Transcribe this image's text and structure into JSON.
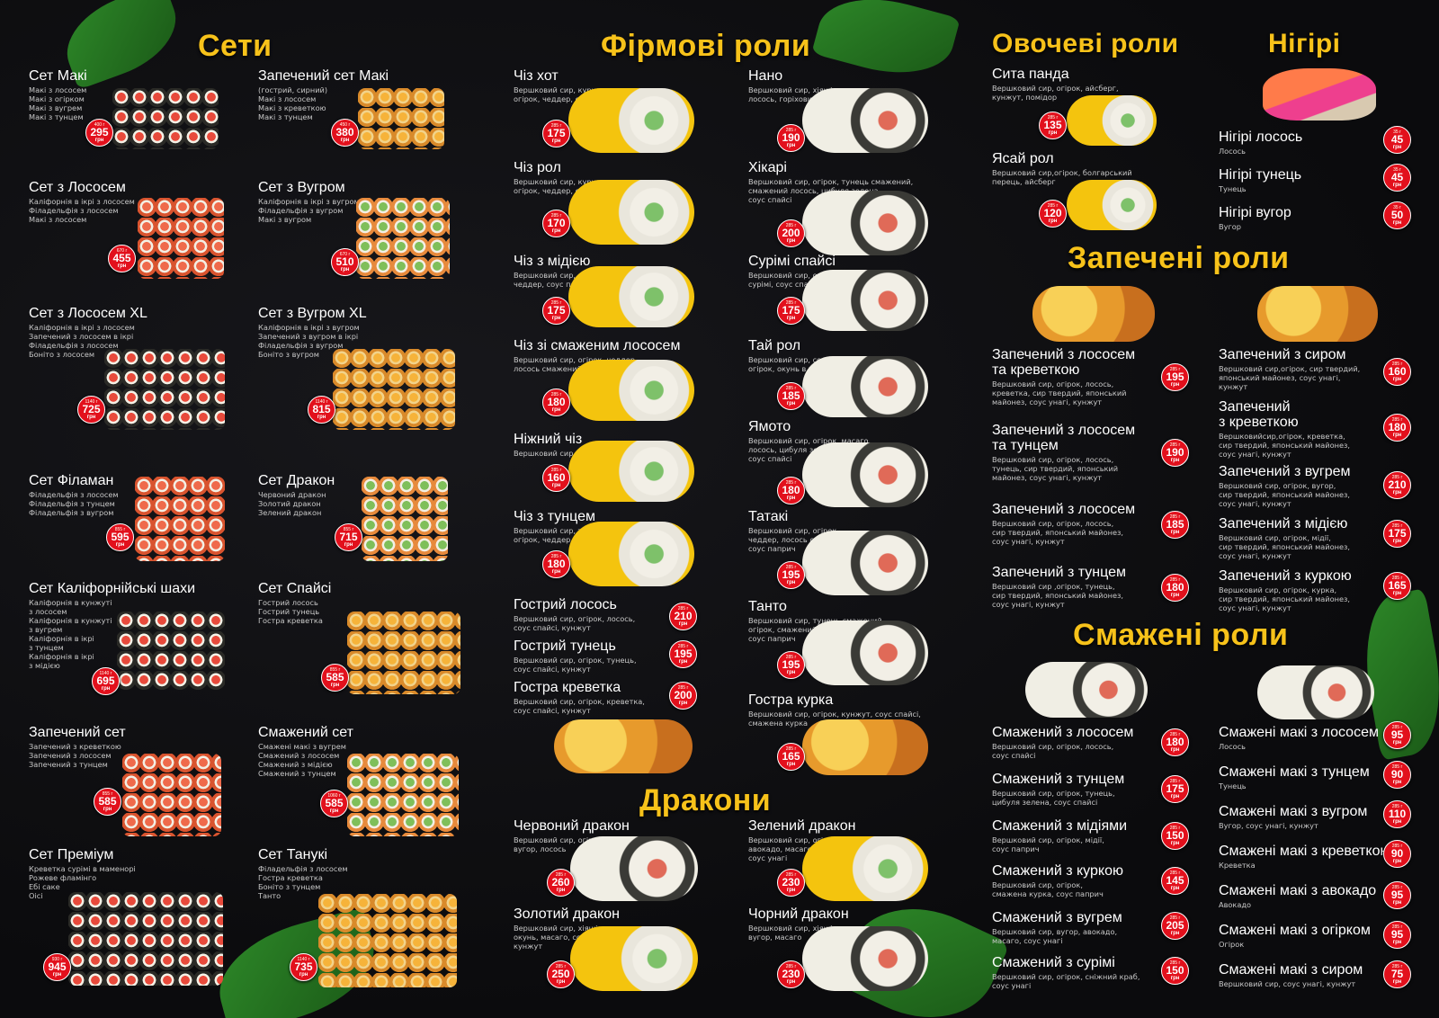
{
  "sections": {
    "sets": "Сети",
    "signature": "Фірмові роли",
    "veg": "Овочеві роли",
    "nigiri": "Нігірі",
    "baked": "Запечені роли",
    "dragons": "Дракони",
    "fried": "Смажені роли"
  },
  "sets": [
    {
      "name": "Сет Макі",
      "desc": [
        "Макі з лососем",
        "Макі з огірком",
        "Макі з вугрем",
        "Макі з тунцем"
      ],
      "weight": "400 г",
      "price": "295",
      "cur": "грн"
    },
    {
      "name": "Запечений сет Макі",
      "desc": [
        "(гострий, сирний)",
        "Макі з лососем",
        "Макі з креветкою",
        "Макі з тунцем"
      ],
      "weight": "450 г",
      "price": "380",
      "cur": "грн"
    },
    {
      "name": "Сет з Лососем",
      "desc": [
        "Каліфорнія в ікрі з лососем",
        "Філадельфія з лососем",
        "Макі з лососем"
      ],
      "weight": "670 г",
      "price": "455",
      "cur": "грн"
    },
    {
      "name": "Сет з Вугром",
      "desc": [
        "Каліфорнія в ікрі з вугром",
        "Філадельфія з вугром",
        "Макі з вугром"
      ],
      "weight": "670 г",
      "price": "510",
      "cur": "грн"
    },
    {
      "name": "Сет з Лососем XL",
      "desc": [
        "Каліфорнія в ікрі з лососем",
        "Запечений з лососем в ікрі",
        "Філадельфія з лососем",
        "Боніто з лососем"
      ],
      "weight": "1140 г",
      "price": "725",
      "cur": "грн"
    },
    {
      "name": "Сет з Вугром XL",
      "desc": [
        "Каліфорнія в ікрі з вугром",
        "Запечений з вугром в ікрі",
        "Філадельфія з вугром",
        "Боніто з вугром"
      ],
      "weight": "1140 г",
      "price": "815",
      "cur": "грн"
    },
    {
      "name": "Сет Філаман",
      "desc": [
        "Філадельфія з лососем",
        "Філадельфія з тунцем",
        "Філадельфія з вугром"
      ],
      "weight": "855 г",
      "price": "595",
      "cur": "грн"
    },
    {
      "name": "Сет Дракон",
      "desc": [
        "Червоний дракон",
        "Золотий дракон",
        "Зелений дракон"
      ],
      "weight": "855 г",
      "price": "715",
      "cur": "грн"
    },
    {
      "name": "Сет Каліфорнійські шахи",
      "desc": [
        "Каліфорнія в кунжуті",
        "з лососем",
        "Каліфорнія в кунжуті",
        "з вугрем",
        "Каліфорнія в ікрі",
        "з тунцем",
        "Каліфорнія в ікрі",
        "з мідією"
      ],
      "weight": "1140 г",
      "price": "695",
      "cur": "грн"
    },
    {
      "name": "Сет Спайсі",
      "desc": [
        "Гострий лосось",
        "Гострий тунець",
        "Гостра креветка"
      ],
      "weight": "855 г",
      "price": "585",
      "cur": "грн"
    },
    {
      "name": "Запечений сет",
      "desc": [
        "Запечений з креветкою",
        "Запечений з лососем",
        "Запечений з тунцем"
      ],
      "weight": "855 г",
      "price": "585",
      "cur": "грн"
    },
    {
      "name": "Смажений сет",
      "desc": [
        "Смажені макі з вугрем",
        "Смажений з лососем",
        "Смажений з мідією",
        "Смажений з тунцем"
      ],
      "weight": "1060 г",
      "price": "585",
      "cur": "грн"
    },
    {
      "name": "Сет Преміум",
      "desc": [
        "Креветка сурімі в маменорі",
        "Рожеве фламінго",
        "Ебі саке",
        "Оісі"
      ],
      "weight": "930 г",
      "price": "945",
      "cur": "грн"
    },
    {
      "name": "Сет Танукі",
      "desc": [
        "Філадельфія з лососем",
        "Гостра креветка",
        "Боніто з тунцем",
        "Танто"
      ],
      "weight": "1140 г",
      "price": "735",
      "cur": "грн"
    }
  ],
  "signature": [
    {
      "name": "Чіз хот",
      "desc": [
        "Вершковий сир, курка смажена,",
        "огірок, чеддер, соус спайсі"
      ],
      "weight": "285 г",
      "price": "175",
      "cur": "грн"
    },
    {
      "name": "Нано",
      "desc": [
        "Вершковий сир, хіяші, кунжут,",
        "лосось, горіховий соус"
      ],
      "weight": "285 г",
      "price": "190",
      "cur": "грн"
    },
    {
      "name": "Чіз рол",
      "desc": [
        "Вершковий сир, курка смажена,",
        "огірок, чеддер, соус паприч"
      ],
      "weight": "285 г",
      "price": "170",
      "cur": "грн"
    },
    {
      "name": "Хікарі",
      "desc": [
        "Вершковий сир, огірок, тунець смажений,",
        "смажений лосось, цибуля зелена,",
        "соус спайсі"
      ],
      "weight": "285 г",
      "price": "200",
      "cur": "грн"
    },
    {
      "name": "Чіз з мідією",
      "desc": [
        "Вершковий сир, мідія, огірок,",
        "чеддер, соус паприч"
      ],
      "weight": "285 г",
      "price": "175",
      "cur": "грн"
    },
    {
      "name": "Сурімі спайсі",
      "desc": [
        "Вершковий сир, огірок,",
        "сурімі, соус спайсі"
      ],
      "weight": "285 г",
      "price": "175",
      "cur": "грн"
    },
    {
      "name": "Чіз зі смаженим лососем",
      "desc": [
        "Вершковий сир, огірок, чеддер,",
        "лосось смажений"
      ],
      "weight": "285 г",
      "price": "180",
      "cur": "грн"
    },
    {
      "name": "Тай рол",
      "desc": [
        "Вершковий сир, соус спайсі,",
        "огірок, окунь в темпурі"
      ],
      "weight": "285 г",
      "price": "185",
      "cur": "грн"
    },
    {
      "name": "Ніжний чіз",
      "desc": [
        "Вершковий сир, чеддер"
      ],
      "weight": "285 г",
      "price": "160",
      "cur": "грн"
    },
    {
      "name": "Ямото",
      "desc": [
        "Вершковий сир, огірок, масаго,",
        "лосось, цибуля зелена,",
        "соус спайсі"
      ],
      "weight": "285 г",
      "price": "180",
      "cur": "грн"
    },
    {
      "name": "Чіз з тунцем",
      "desc": [
        "Вершковий сир, тунець,",
        "огірок, чеддер"
      ],
      "weight": "285 г",
      "price": "180",
      "cur": "грн"
    },
    {
      "name": "Татакі",
      "desc": [
        "Вершковий сир, огірок,",
        "чеддер, лосось смажений,",
        "соус паприч"
      ],
      "weight": "285 г",
      "price": "195",
      "cur": "грн"
    },
    {
      "name": "Гострий лосось",
      "desc": [
        "Вершковий сир, огірок, лосось,",
        "соус спайсі, кунжут"
      ],
      "weight": "285 г",
      "price": "210",
      "cur": "грн"
    },
    {
      "name": "Танто",
      "desc": [
        "Вершковий сир, тунець смажений,",
        "огірок, смажений лосось,",
        "соус паприч"
      ],
      "weight": "285 г",
      "price": "195",
      "cur": "грн"
    },
    {
      "name": "Гострий тунець",
      "desc": [
        "Вершковий сир, огірок, тунець,",
        "соус спайсі, кунжут"
      ],
      "weight": "285 г",
      "price": "195",
      "cur": "грн"
    },
    {
      "name": "Гостра креветка",
      "desc": [
        "Вершковий сир, огірок, креветка,",
        "соус спайсі, кунжут"
      ],
      "weight": "285 г",
      "price": "200",
      "cur": "грн"
    },
    {
      "name": "Гостра курка",
      "desc": [
        "Вершковий сир, огірок, кунжут, соус спайсі,",
        "смажена курка"
      ],
      "weight": "285 г",
      "price": "165",
      "cur": "грн"
    }
  ],
  "dragons": [
    {
      "name": "Червоний дракон",
      "desc": [
        "Вершковий сир, огірок,",
        "вугор, лосось"
      ],
      "weight": "285 г",
      "price": "260",
      "cur": "грн"
    },
    {
      "name": "Зелений дракон",
      "desc": [
        "Вершковий сир, огірок, вугор,",
        "авокадо, масаго, кунжут,",
        "соус унагі"
      ],
      "weight": "285 г",
      "price": "230",
      "cur": "грн"
    },
    {
      "name": "Золотий дракон",
      "desc": [
        "Вершковий сир, хіяші, вугор,",
        "окунь, масаго, соус унагі,",
        "кунжут"
      ],
      "weight": "285 г",
      "price": "250",
      "cur": "грн"
    },
    {
      "name": "Чорний дракон",
      "desc": [
        "Вершковий сир, хіяші,",
        "вугор, масаго"
      ],
      "weight": "285 г",
      "price": "230",
      "cur": "грн"
    }
  ],
  "veg": [
    {
      "name": "Сита панда",
      "desc": [
        "Вершковий сир, огірок, айсберг,",
        "кунжут, помідор"
      ],
      "weight": "285 г",
      "price": "135",
      "cur": "грн"
    },
    {
      "name": "Ясай рол",
      "desc": [
        "Вершковий сир,огірок, болгарський",
        "перець, айсберг"
      ],
      "weight": "285 г",
      "price": "120",
      "cur": "грн"
    }
  ],
  "nigiri": [
    {
      "name": "Нігірі лосось",
      "desc": [
        "Лосось"
      ],
      "weight": "35 г",
      "price": "45",
      "cur": "грн"
    },
    {
      "name": "Нігірі тунець",
      "desc": [
        "Тунець"
      ],
      "weight": "35 г",
      "price": "45",
      "cur": "грн"
    },
    {
      "name": "Нігірі вугор",
      "desc": [
        "Вугор"
      ],
      "weight": "35 г",
      "price": "50",
      "cur": "грн"
    }
  ],
  "baked_left": [
    {
      "name": "Запечений з лососем",
      "name2": "та креветкою",
      "desc": [
        "Вершковий сир, огірок, лосось,",
        "креветка, сир твердий, японський",
        "майонез, соус унагі, кунжут"
      ],
      "weight": "285 г",
      "price": "195",
      "cur": "грн"
    },
    {
      "name": "Запечений з лососем",
      "name2": "та тунцем",
      "desc": [
        "Вершковий сир, огірок, лосось,",
        "тунець, сир твердий, японський",
        "майонез, соус унагі, кунжут"
      ],
      "weight": "285 г",
      "price": "190",
      "cur": "грн"
    },
    {
      "name": "Запечений з лососем",
      "desc": [
        "Вершковий сир, огірок, лосось,",
        "сир твердий, японський майонез,",
        "соус унагі, кунжут"
      ],
      "weight": "285 г",
      "price": "185",
      "cur": "грн"
    },
    {
      "name": "Запечений з тунцем",
      "desc": [
        "Вершковий сир ,огірок, тунець,",
        "сир твердий, японський майонез,",
        "соус унагі, кунжут"
      ],
      "weight": "285 г",
      "price": "180",
      "cur": "грн"
    }
  ],
  "baked_right": [
    {
      "name": "Запечений з сиром",
      "desc": [
        "Вершковий сир,огірок, сир твердий,",
        "японський майонез, соус унагі,",
        "кунжут"
      ],
      "weight": "285 г",
      "price": "160",
      "cur": "грн"
    },
    {
      "name": "Запечений",
      "name2": "з креветкою",
      "desc": [
        "Вершковийсир,огірок, креветка,",
        "сир твердий, японський майонез,",
        "соус унагі, кунжут"
      ],
      "weight": "285 г",
      "price": "180",
      "cur": "грн"
    },
    {
      "name": "Запечений з вугрем",
      "desc": [
        "Вершковий сир, огірок, вугор,",
        "сир твердий, японський майонез,",
        "соус унагі, кунжут"
      ],
      "weight": "285 г",
      "price": "210",
      "cur": "грн"
    },
    {
      "name": "Запечений з мідією",
      "desc": [
        "Вершковий сир, огірок, мідії,",
        "сир твердий, японський майонез,",
        "соус унагі, кунжут"
      ],
      "weight": "285 г",
      "price": "175",
      "cur": "грн"
    },
    {
      "name": "Запечений з куркою",
      "desc": [
        "Вершковий сир, огірок, курка,",
        "сир твердий, японський майонез,",
        "соус унагі, кунжут"
      ],
      "weight": "285 г",
      "price": "165",
      "cur": "грн"
    }
  ],
  "fried_left": [
    {
      "name": "Смажений з лососем",
      "desc": [
        "Вершковий сир, огірок, лосось,",
        "соус спайсі"
      ],
      "weight": "285 г",
      "price": "180",
      "cur": "грн"
    },
    {
      "name": "Смажений з тунцем",
      "desc": [
        "Вершковий сир, огірок, тунець,",
        "цибуля зелена, соус спайсі"
      ],
      "weight": "285 г",
      "price": "175",
      "cur": "грн"
    },
    {
      "name": "Смажений з мідіями",
      "desc": [
        "Вершковий сир, огірок, мідії,",
        "соус паприч"
      ],
      "weight": "285 г",
      "price": "150",
      "cur": "грн"
    },
    {
      "name": "Смажений з куркою",
      "desc": [
        "Вершковий сир, огірок,",
        "смажена курка, соус паприч"
      ],
      "weight": "285 г",
      "price": "145",
      "cur": "грн"
    },
    {
      "name": "Смажений з вугрем",
      "desc": [
        "Вершковий сир, вугор, авокадо,",
        "масаго, соус унагі"
      ],
      "weight": "285 г",
      "price": "205",
      "cur": "грн"
    },
    {
      "name": "Смажений з сурімі",
      "desc": [
        "Вершковий сир, огірок, сніжний краб,",
        "соус унагі"
      ],
      "weight": "285 г",
      "price": "150",
      "cur": "грн"
    }
  ],
  "fried_right": [
    {
      "name": "Смажені макі з лососем",
      "desc": [
        "Лосось"
      ],
      "weight": "285 г",
      "price": "95",
      "cur": "грн"
    },
    {
      "name": "Смажені макі з тунцем",
      "desc": [
        "Тунець"
      ],
      "weight": "285 г",
      "price": "90",
      "cur": "грн"
    },
    {
      "name": "Смажені макі з вугром",
      "desc": [
        "Вугор, соус унагі, кунжут"
      ],
      "weight": "285 г",
      "price": "110",
      "cur": "грн"
    },
    {
      "name": "Смажені макі з креветкою",
      "desc": [
        "Креветка"
      ],
      "weight": "285 г",
      "price": "90",
      "cur": "грн"
    },
    {
      "name": "Смажені макі з авокадо",
      "desc": [
        "Авокадо"
      ],
      "weight": "285 г",
      "price": "95",
      "cur": "грн"
    },
    {
      "name": "Смажені макі з огірком",
      "desc": [
        "Огірок"
      ],
      "weight": "285 г",
      "price": "95",
      "cur": "грн"
    },
    {
      "name": "Смажені макі з сиром",
      "desc": [
        "Вершковий сир, соус унагі, кунжут"
      ],
      "weight": "285 г",
      "price": "75",
      "cur": "грн"
    }
  ]
}
